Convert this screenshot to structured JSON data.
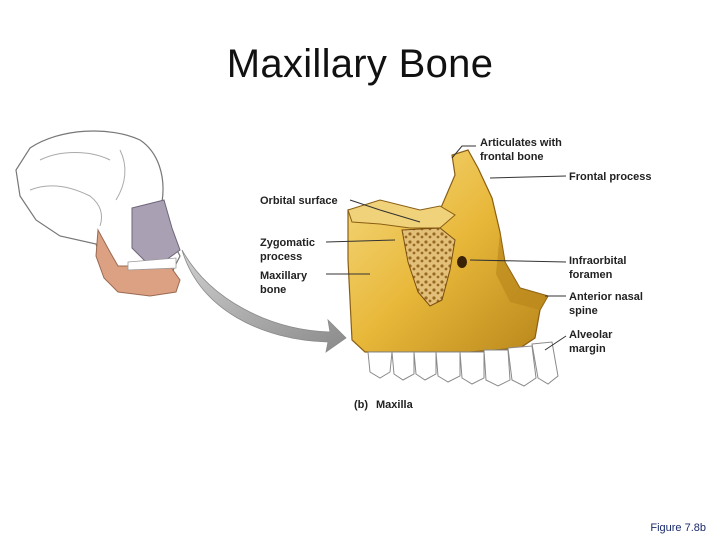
{
  "title": "Maxillary Bone",
  "figure_ref": "Figure 7.8b",
  "caption": {
    "part": "(b)",
    "name": "Maxilla"
  },
  "labels": {
    "articulates": [
      "Articulates with",
      "frontal bone"
    ],
    "frontal_process": [
      "Frontal process"
    ],
    "orbital_surface": [
      "Orbital surface"
    ],
    "zygomatic_process": [
      "Zygomatic",
      "process"
    ],
    "maxillary_bone": [
      "Maxillary",
      "bone"
    ],
    "infraorbital_foramen": [
      "Infraorbital",
      "foramen"
    ],
    "anterior_nasal_spine": [
      "Anterior nasal",
      "spine"
    ],
    "alveolar_margin": [
      "Alveolar",
      "margin"
    ]
  },
  "colors": {
    "bone_fill": "#e8b83a",
    "bone_shadow": "#b8861a",
    "bone_highlight": "#f6dc86",
    "maxilla_highlight_on_skull": "#aaa0b4",
    "mandible_on_skull": "#dca082",
    "arrow": "#a8a8a8",
    "leader_line": "#333333"
  }
}
